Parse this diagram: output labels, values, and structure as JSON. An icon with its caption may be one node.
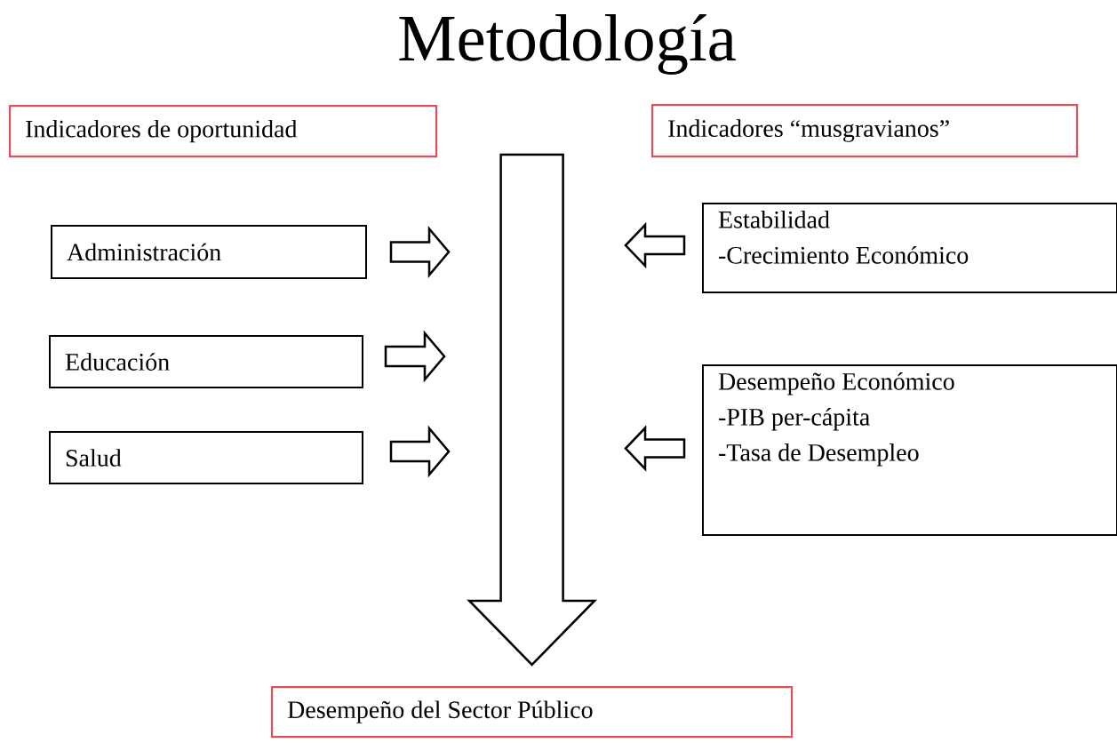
{
  "diagram": {
    "title": "Metodología",
    "nodes": [
      {
        "text": [
          "Indicadores de oportunidad"
        ]
      },
      {
        "text": [
          "Indicadores “musgravianos”"
        ]
      },
      {
        "text": [
          "Administración"
        ]
      },
      {
        "text": [
          "Educación"
        ]
      },
      {
        "text": [
          "Salud"
        ]
      },
      {
        "text": [
          "Estabilidad",
          "-Crecimiento Económico"
        ]
      },
      {
        "text": [
          "Desempeño Económico",
          "-PIB per-cápita",
          "-Tasa de Desempleo"
        ]
      },
      {
        "text": [
          "Desempeño del Sector Público"
        ]
      }
    ],
    "edges": [
      {
        "from": 2,
        "to": null,
        "arrow": "to"
      },
      {
        "from": 3,
        "to": null,
        "arrow": "to"
      },
      {
        "from": 4,
        "to": null,
        "arrow": "to"
      },
      {
        "from": 5,
        "to": null,
        "arrow": "to"
      },
      {
        "from": 6,
        "to": null,
        "arrow": "to"
      },
      {
        "from": null,
        "to": 7,
        "arrow": "to"
      }
    ]
  }
}
